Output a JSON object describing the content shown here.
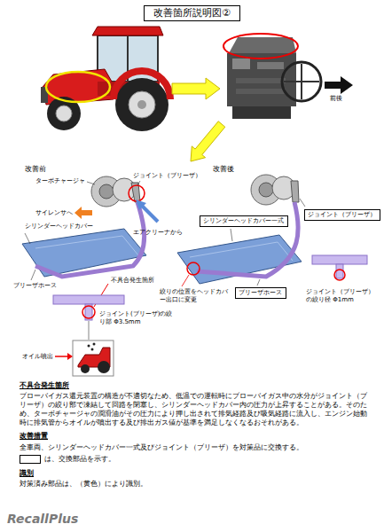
{
  "diagram": {
    "title": "改善箇所説明図②",
    "nodes": [
      {
        "text": [
          "シリンダーヘッドカバー一式"
        ]
      },
      {
        "text": [
          "ブリーザホース"
        ]
      },
      {
        "text": [
          "ジョイント（ブリーザ）"
        ]
      }
    ],
    "labels": [
      "改善前",
      "改善後",
      "前後",
      "ターボチャージャ",
      "ジョイント（ブリーザ）",
      "サイレンサへ",
      "エアクリーナから",
      "シリンダーヘッドカバー",
      "ブリーザホース",
      "不具合発生箇所",
      "ジョイント(ブリーザ)の絞り部 Φ3.5mm",
      "オイル噴出",
      "絞りの位置をヘッドカバー出口に変更",
      "ジョイント（ブリーザ）の絞り径 Φ1mm",
      "不具合発生箇所",
      "ブローバイガス還元装置の構造が不適切なため、低温での運転時にブローバイガス中の水分がジョイント（ブリーザ）の絞り部で凍結して回路を閉塞し、シリンダーヘッドカバー内の圧力が上昇することがある。そのため、ターボチャージャの潤滑油がその圧力により押し出されて排気経路及び吸気経路に流入し、エンジン始動時に排気管からオイルが噴出する及び排出ガス値が基準を満足しなくなるおそれがある。",
      "改善措置",
      "全車両、シリンダーヘッドカバー一式及びジョイント（ブリーザ）を対策品に交換する。",
      "識別",
      "対策済み部品は、（黄色）により識別。",
      "RecallPlus"
    ],
    "legend": [
      {
        "text": "は、交換部品を示す。"
      }
    ]
  }
}
